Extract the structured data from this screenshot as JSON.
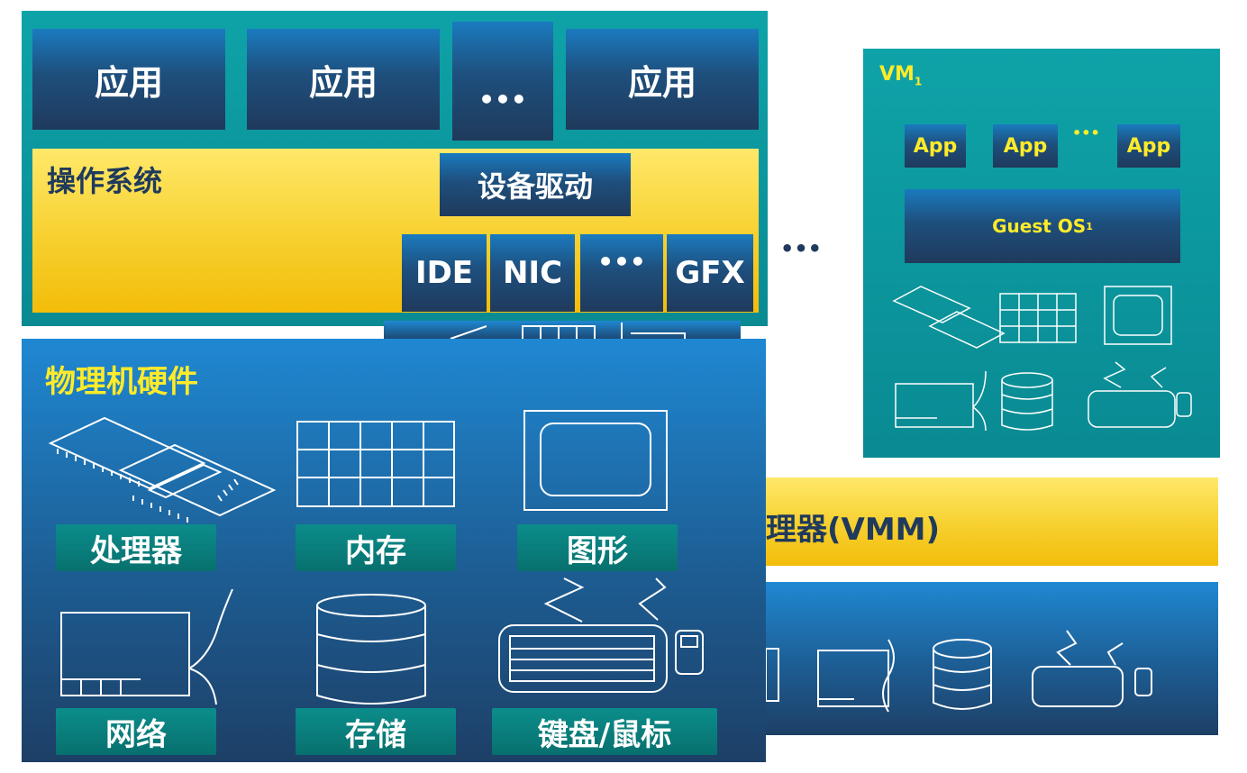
{
  "host": {
    "apps": [
      "应用",
      "应用",
      "应用"
    ],
    "app_ellipsis": "•••",
    "os_label": "操作系统",
    "driver_label": "设备驱动",
    "drivers": [
      "IDE",
      "NIC",
      "GFX"
    ],
    "driver_ellipsis": "•••",
    "hardware_label": "物理机硬件",
    "hardware_items": [
      "处理器",
      "内存",
      "图形",
      "网络",
      "存储",
      "键盘/鼠标"
    ]
  },
  "between_ellipsis": "•••",
  "vm": {
    "label": "VM",
    "label_sub": "1",
    "apps": [
      "App",
      "App",
      "App"
    ],
    "app_ellipsis": "•••",
    "guest_os": "Guest OS",
    "guest_os_sub": "1"
  },
  "vmm": {
    "label": "理器(VMM)"
  },
  "colors": {
    "yellow": "#f7d233",
    "label_yellow": "#ffeb2a",
    "navy": "#1f3a5c",
    "teal": "#0a8a93"
  }
}
